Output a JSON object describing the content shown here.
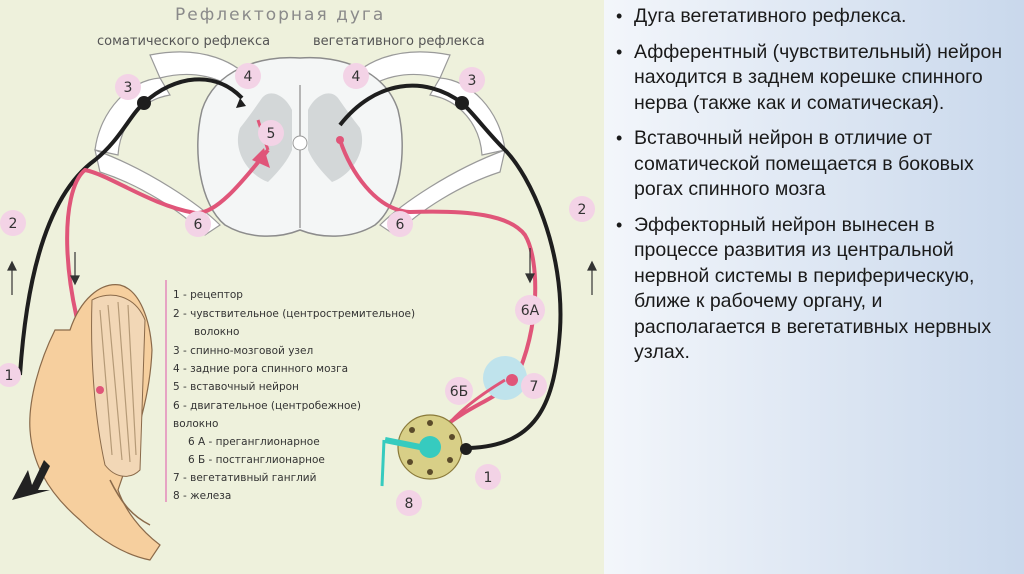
{
  "figure": {
    "title": "Рефлекторная   дуга",
    "subtitle_left": "соматического рефлекса",
    "subtitle_right": "вегетативного рефлекса",
    "labels": {
      "n1": "1",
      "n2": "2",
      "n3": "3",
      "n4": "4",
      "n5": "5",
      "n6": "6",
      "n6a": "6А",
      "n6b": "6Б",
      "n7": "7",
      "n8": "8"
    },
    "legend": [
      "1 - рецептор",
      "2 - чувствительное  (центростремительное)",
      "волокно",
      "3 - спинно-мозговой узел",
      "4 - задние рога спинного мозга",
      "5 - вставочный нейрон",
      "6 - двигательное (центробежное)",
      "волокно",
      "6 А - преганглионарное",
      "6 Б - постганглионарное",
      "7 - вегетативный ганглий",
      "8 - железа"
    ],
    "colors": {
      "afferent": "#1e1e1e",
      "efferent": "#e05579",
      "ganglion": "#bfe3ec",
      "gland": "#d8cf87",
      "gland_duct": "#36cbbf",
      "badge": "#f3d3e6",
      "muscle": "#f6cf9e"
    }
  },
  "bullets": [
    "Дуга вегетативного рефлекса.",
    "Афферентный (чувствительный) нейрон находится в заднем корешке спинного нерва (также как и соматическая).",
    "Вставочный нейрон в отличие от соматической помещается в боковых рогах спинного мозга",
    "Эффекторный нейрон вынесен в процессе развития из центральной нервной системы в периферическую, ближе к рабочему органу, и располагается в вегетативных нервных узлах."
  ]
}
